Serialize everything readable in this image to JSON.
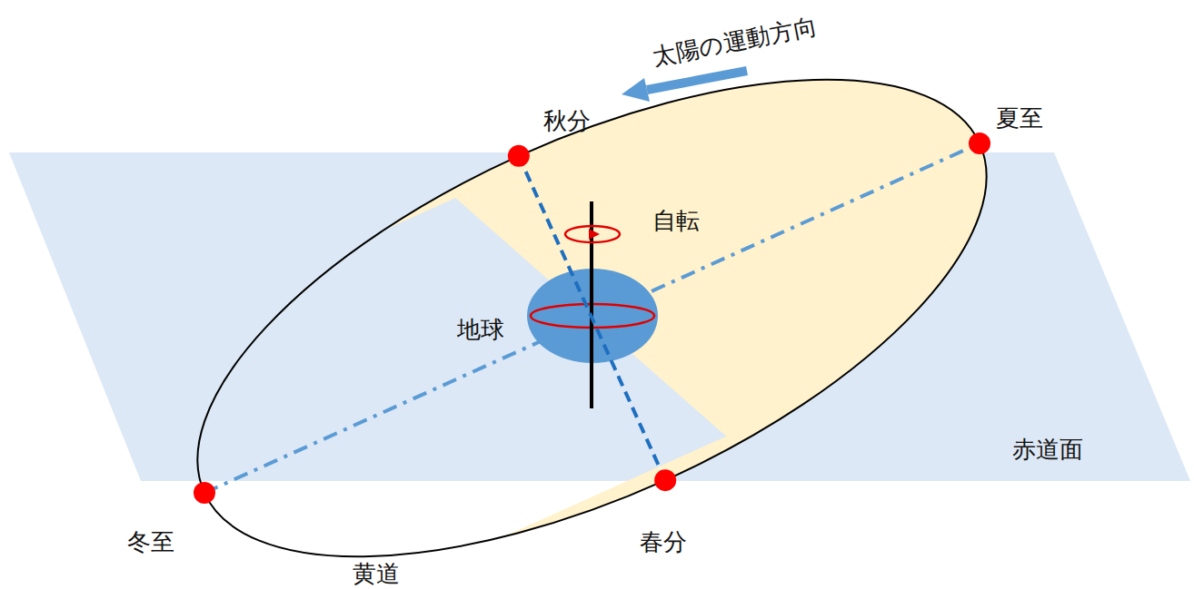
{
  "diagram": {
    "labels": [
      "太陽の運動方向",
      "秋分",
      "夏至",
      "自転",
      "地球",
      "赤道面",
      "冬至",
      "春分",
      "黄道"
    ]
  }
}
